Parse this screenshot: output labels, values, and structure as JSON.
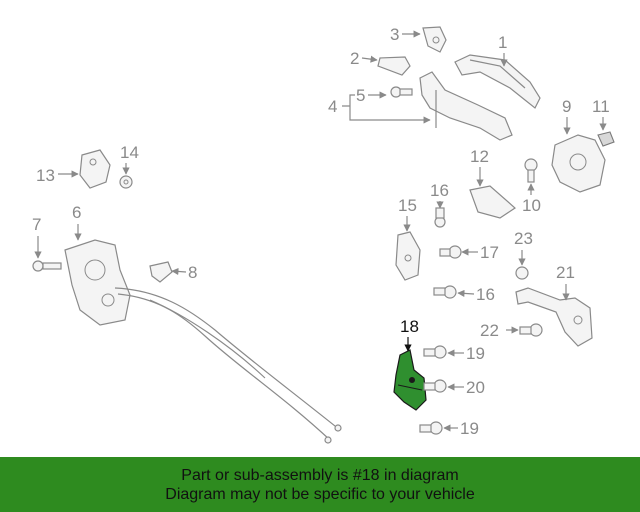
{
  "callouts": {
    "c1": "1",
    "c2": "2",
    "c3": "3",
    "c4": "4",
    "c5": "5",
    "c6": "6",
    "c7": "7",
    "c8": "8",
    "c9": "9",
    "c10": "10",
    "c11": "11",
    "c12": "12",
    "c13": "13",
    "c14": "14",
    "c15": "15",
    "c16a": "16",
    "c16b": "16",
    "c17": "17",
    "c18": "18",
    "c19a": "19",
    "c19b": "19",
    "c20": "20",
    "c21": "21",
    "c22": "22",
    "c23": "23"
  },
  "highlight": {
    "part": "18",
    "color": "#2e8b1f"
  },
  "banner": {
    "line1": "Part or sub-assembly is #18 in diagram",
    "line2": "Diagram may not be specific to your vehicle"
  }
}
